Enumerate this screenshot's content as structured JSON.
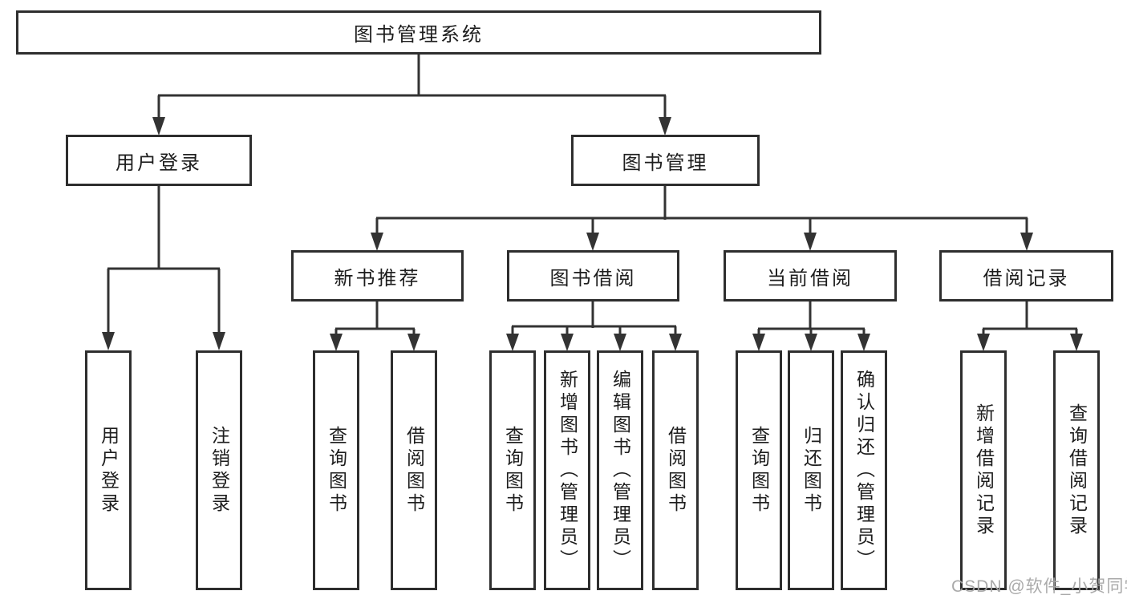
{
  "diagram": {
    "watermark": "CSDN @软件_小贺同学",
    "colors": {
      "background": "#ffffff",
      "box_border": "#2e2e2e",
      "line": "#333333",
      "text": "#1d1d1d",
      "watermark": "#a5a5a5"
    },
    "tree": {
      "label": "图书管理系统",
      "children": [
        {
          "label": "用户登录",
          "children": [
            {
              "label": "用户登录"
            },
            {
              "label": "注销登录"
            }
          ]
        },
        {
          "label": "图书管理",
          "children": [
            {
              "label": "新书推荐",
              "children": [
                {
                  "label": "查询图书"
                },
                {
                  "label": "借阅图书"
                }
              ]
            },
            {
              "label": "图书借阅",
              "children": [
                {
                  "label": "查询图书"
                },
                {
                  "label": "新增图书（管理员）"
                },
                {
                  "label": "编辑图书（管理员）"
                },
                {
                  "label": "借阅图书"
                }
              ]
            },
            {
              "label": "当前借阅",
              "children": [
                {
                  "label": "查询图书"
                },
                {
                  "label": "归还图书"
                },
                {
                  "label": "确认归还（管理员）"
                }
              ]
            },
            {
              "label": "借阅记录",
              "children": [
                {
                  "label": "新增借阅记录"
                },
                {
                  "label": "查询借阅记录"
                }
              ]
            }
          ]
        }
      ]
    }
  }
}
